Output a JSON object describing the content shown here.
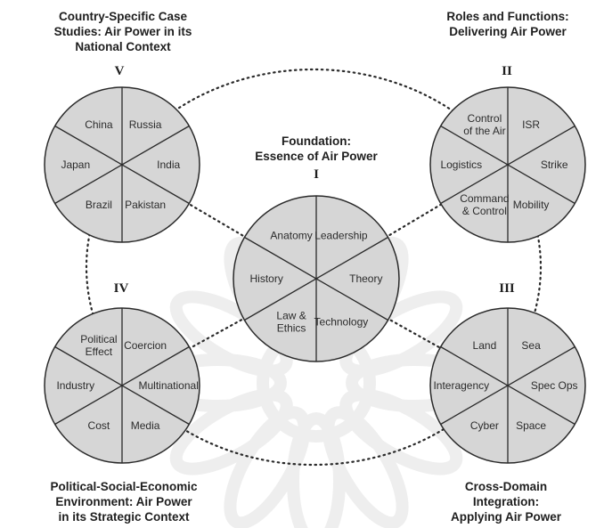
{
  "colors": {
    "circle_fill": "#d6d6d6",
    "line": "#2a2a2a",
    "text": "#1e1e1e",
    "watermark": "#eeeeee"
  },
  "circles": [
    {
      "id": "foundation",
      "numeral": "I",
      "title": [
        "Foundation:",
        "Essence of Air Power"
      ],
      "segments": [
        [
          "Leadership"
        ],
        [
          "Theory"
        ],
        [
          "Technology"
        ],
        [
          "Law &",
          "Ethics"
        ],
        [
          "History"
        ],
        [
          "Anatomy"
        ]
      ]
    },
    {
      "id": "roles",
      "numeral": "II",
      "title": [
        "Roles and Functions:",
        "Delivering Air Power"
      ],
      "segments": [
        [
          "ISR"
        ],
        [
          "Strike"
        ],
        [
          "Mobility"
        ],
        [
          "Command",
          "& Control"
        ],
        [
          "Logistics"
        ],
        [
          "Control",
          "of the Air"
        ]
      ]
    },
    {
      "id": "integration",
      "numeral": "III",
      "title": [
        "Cross-Domain",
        "Integration:",
        "Applying Air Power"
      ],
      "segments": [
        [
          "Sea"
        ],
        [
          "Spec Ops"
        ],
        [
          "Space"
        ],
        [
          "Cyber"
        ],
        [
          "Interagency"
        ],
        [
          "Land"
        ]
      ]
    },
    {
      "id": "environment",
      "numeral": "IV",
      "title": [
        "Political-Social-Economic",
        "Environment: Air Power",
        "in its Strategic Context"
      ],
      "segments": [
        [
          "Coercion"
        ],
        [
          "Multinational"
        ],
        [
          "Media"
        ],
        [
          "Cost"
        ],
        [
          "Industry"
        ],
        [
          "Political",
          "Effect"
        ]
      ]
    },
    {
      "id": "country",
      "numeral": "V",
      "title": [
        "Country-Specific Case",
        "Studies: Air Power in its",
        "National Context"
      ],
      "segments": [
        [
          "Russia"
        ],
        [
          "India"
        ],
        [
          "Pakistan"
        ],
        [
          "Brazil"
        ],
        [
          "Japan"
        ],
        [
          "China"
        ]
      ]
    }
  ]
}
